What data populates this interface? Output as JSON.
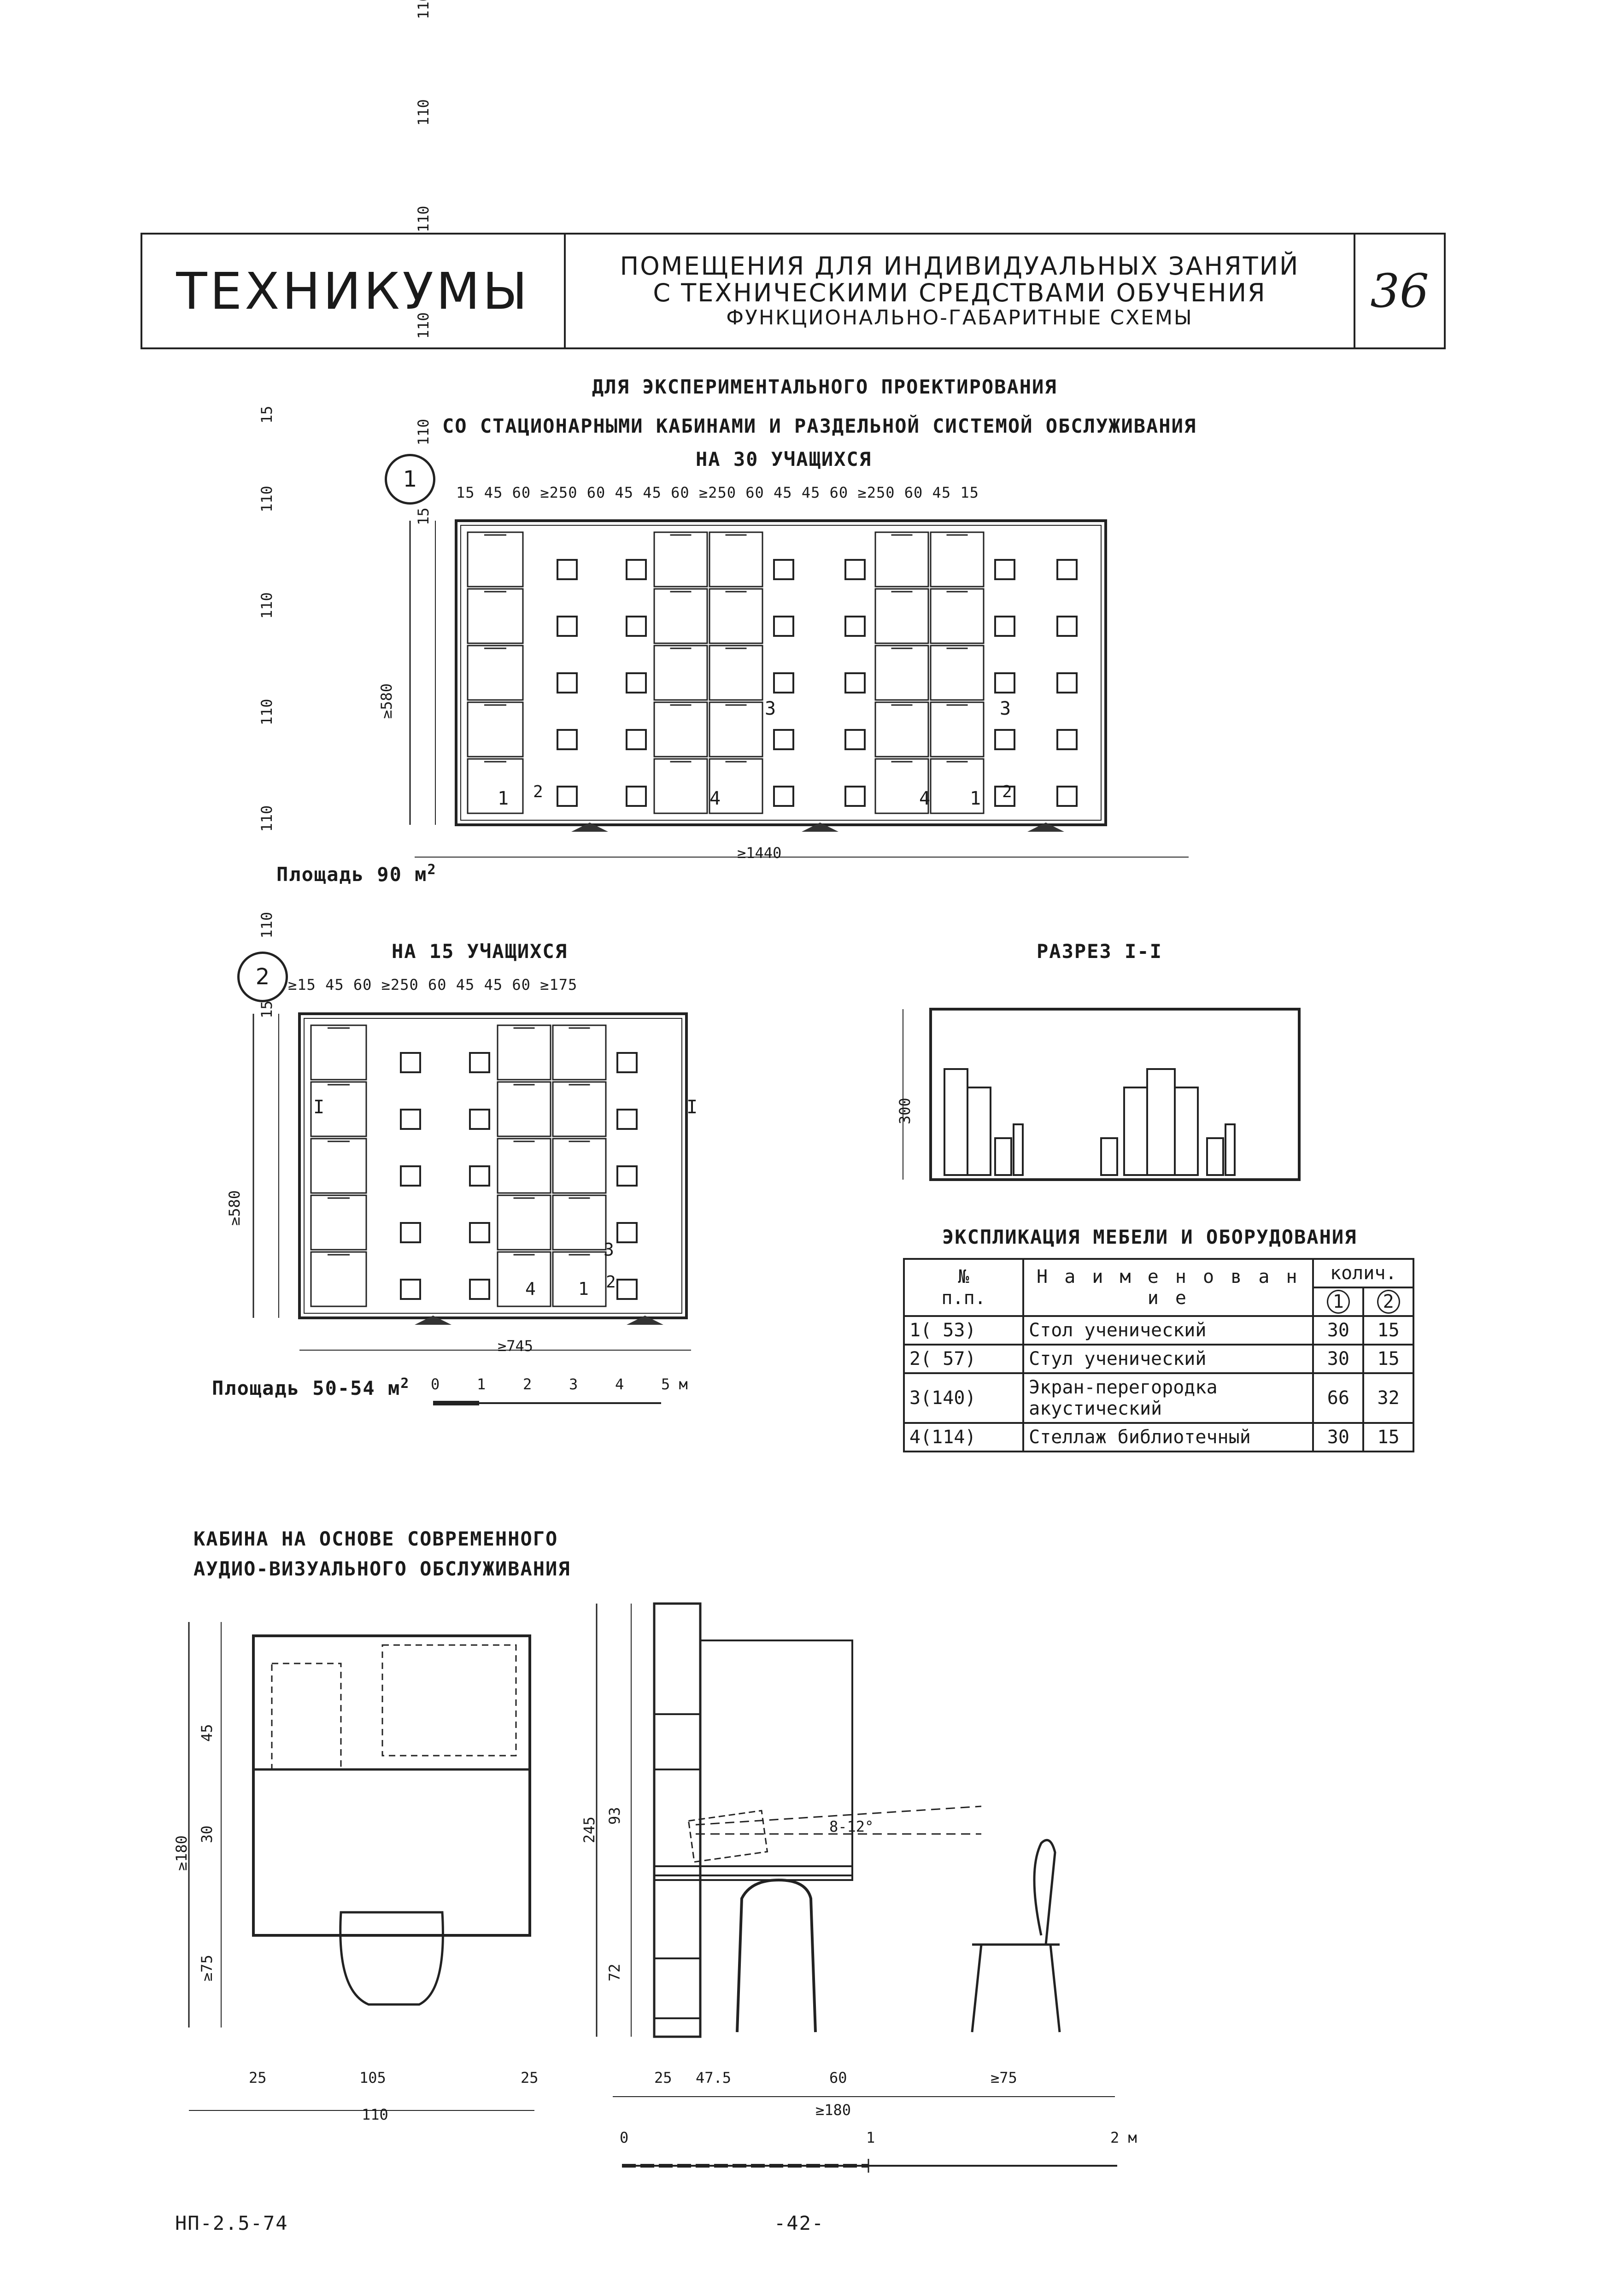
{
  "header": {
    "section": "ТЕХНИКУМЫ",
    "title_line1": "ПОМЕЩЕНИЯ ДЛЯ ИНДИВИДУАЛЬНЫХ ЗАНЯТИЙ",
    "title_line2": "С ТЕХНИЧЕСКИМИ СРЕДСТВАМИ ОБУЧЕНИЯ",
    "title_line3": "ФУНКЦИОНАЛЬНО-ГАБАРИТНЫЕ СХЕМЫ",
    "sheet_no": "36"
  },
  "plan1": {
    "heading1": "ДЛЯ ЭКСПЕРИМЕНТАЛЬНОГО ПРОЕКТИРОВАНИЯ",
    "heading2": "СО СТАЦИОНАРНЫМИ КАБИНАМИ И РАЗДЕЛЬНОЙ СИСТЕМОЙ ОБСЛУЖИВАНИЯ",
    "heading3": "НА 30 УЧАЩИХСЯ",
    "number": "1",
    "top_dims": "15  45 60      ≥250       60 45 45 60     ≥250      60 45 45 60     ≥250      60 45 15",
    "left_dims": [
      "15",
      "110",
      "110",
      "110",
      "110",
      "110",
      "15"
    ],
    "height": "≥580",
    "width": "≥1440",
    "area_label": "Площадь 90 м",
    "area_sup": "2",
    "labels": [
      "1",
      "2",
      "4",
      "3",
      "4",
      "1",
      "2",
      "3"
    ]
  },
  "plan2": {
    "heading": "НА 15 УЧАЩИХСЯ",
    "number": "2",
    "top_dims": "≥15 45 60      ≥250       60 45 45 60   ≥175",
    "left_dims": [
      "15",
      "110",
      "110",
      "110",
      "110",
      "110",
      "15"
    ],
    "height": "≥580",
    "width": "≥745",
    "area_label": "Площадь 50-54 м",
    "area_sup": "2",
    "section_mark": "I",
    "labels": [
      "3",
      "4",
      "1",
      "2"
    ]
  },
  "scale1": {
    "ticks": [
      "0",
      "1",
      "2",
      "3",
      "4",
      "5 м"
    ]
  },
  "section": {
    "title": "РАЗРЕЗ I-I",
    "height": "300"
  },
  "explication": {
    "title": "ЭКСПЛИКАЦИЯ МЕБЕЛИ И ОБОРУДОВАНИЯ",
    "col_no": "№",
    "col_no2": "п.п.",
    "col_name": "Н а и м е н о в а н и е",
    "col_qty": "колич.",
    "col_q1": "1",
    "col_q2": "2",
    "rows": [
      {
        "no": "1( 53)",
        "name": "Стол ученический",
        "q1": "30",
        "q2": "15"
      },
      {
        "no": "2( 57)",
        "name": "Стул ученический",
        "q1": "30",
        "q2": "15"
      },
      {
        "no": "3(140)",
        "name": "Экран-перегородка акустический",
        "q1": "66",
        "q2": "32"
      },
      {
        "no": "4(114)",
        "name": "Стеллаж библиотечный",
        "q1": "30",
        "q2": "15"
      }
    ]
  },
  "cabin": {
    "title1": "КАБИНА НА ОСНОВЕ СОВРЕМЕННОГО",
    "title2": "АУДИО-ВИЗУАЛЬНОГО ОБСЛУЖИВАНИЯ",
    "plan_dims_v": [
      "45",
      "30",
      "≥75"
    ],
    "plan_height": "≥180",
    "plan_dims_h": [
      "25",
      "105",
      "25"
    ],
    "plan_width": "110",
    "elev_dims_v": [
      "93",
      "72"
    ],
    "elev_height": "245",
    "elev_dims_h": [
      "25",
      "47.5",
      "60",
      "≥75"
    ],
    "elev_width": "≥180",
    "angle": "8-12°"
  },
  "scale2": {
    "ticks": [
      "0",
      "1",
      "2 м"
    ]
  },
  "footer": {
    "code": "НП-2.5-74",
    "page": "-42-"
  }
}
